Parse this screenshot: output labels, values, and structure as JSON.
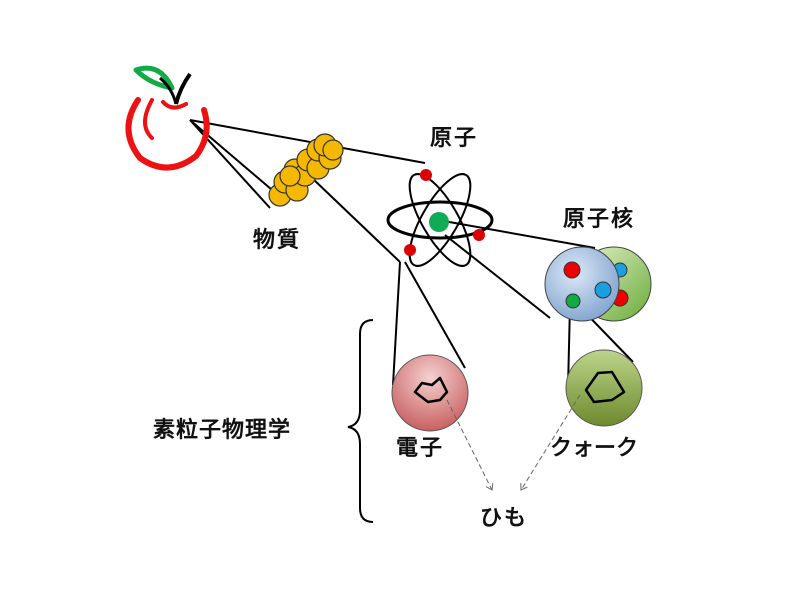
{
  "labels": {
    "matter": "物質",
    "atom": "原子",
    "nucleus": "原子核",
    "electron": "電子",
    "quark": "クォーク",
    "string": "ひも",
    "particle_physics": "素粒子物理学"
  },
  "colors": {
    "apple_red": "#ee1111",
    "leaf_green": "#11aa44",
    "molecule_gold": "#f5b800",
    "nucleus_green_center": "#11aa55",
    "electron_red": "#dd0000",
    "proton_blue": "#1a9fe0",
    "electron_ball": "#d98080",
    "quark_ball": "#88a844"
  }
}
